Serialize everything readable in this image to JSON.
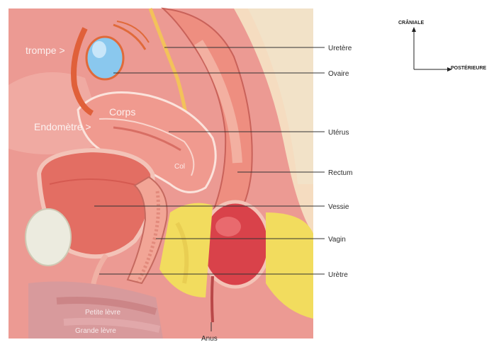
{
  "labels_right": {
    "uretere": "Uretère",
    "ovaire": "Ovaire",
    "uterus": "Utérus",
    "rectum": "Rectum",
    "vessie": "Vessie",
    "vagin": "Vagin",
    "uretre": "Urètre"
  },
  "labels_inline": {
    "trompe": "trompe >",
    "corps": "Corps",
    "endometre": "Endomètre >",
    "col": "Col",
    "petite_levre": "Petite lèvre",
    "grande_levre": "Grande lèvre",
    "anus": "Anus"
  },
  "orientation": {
    "cranial": "CRÂNIALE",
    "posterior": "POSTÉRIEURE"
  }
}
